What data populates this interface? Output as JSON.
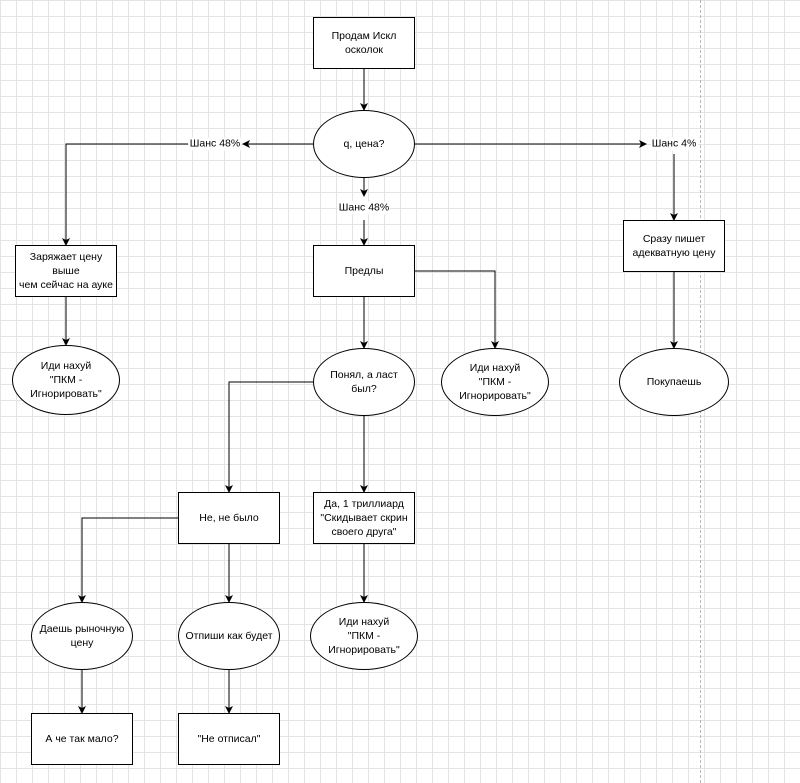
{
  "nodes": {
    "start": "Продам Искл\nосколок",
    "q_price": "q, цена?",
    "left_high": "Заряжает цену выше\nчем сейчас на ауке",
    "left_reject": "Иди нахуй\n\"ПКМ - Игнорировать\"",
    "offers": "Предлы",
    "right_offer_reject": "Иди нахуй\n\"ПКМ - Игнорировать\"",
    "adequate_price": "Сразу пишет\nадекватную цену",
    "buy": "Покупаешь",
    "got_it_last": "Понял, а ласт был?",
    "no_there_wasnt": "Не, не было",
    "yes_trillion": "Да, 1 триллиард\n\"Скидывает скрин\nсвоего друга\"",
    "market_price": "Даешь рыночную\nцену",
    "reply_later": "Отпиши как будет",
    "trillion_reject": "Иди нахуй\n\"ПКМ - Игнорировать\"",
    "why_so_little": "А че так мало?",
    "didnt_reply": "\"Не отписал\""
  },
  "edge_labels": {
    "chance_left": "Шанс 48%",
    "chance_center": "Шанс 48%",
    "chance_right": "Шанс 4%"
  }
}
